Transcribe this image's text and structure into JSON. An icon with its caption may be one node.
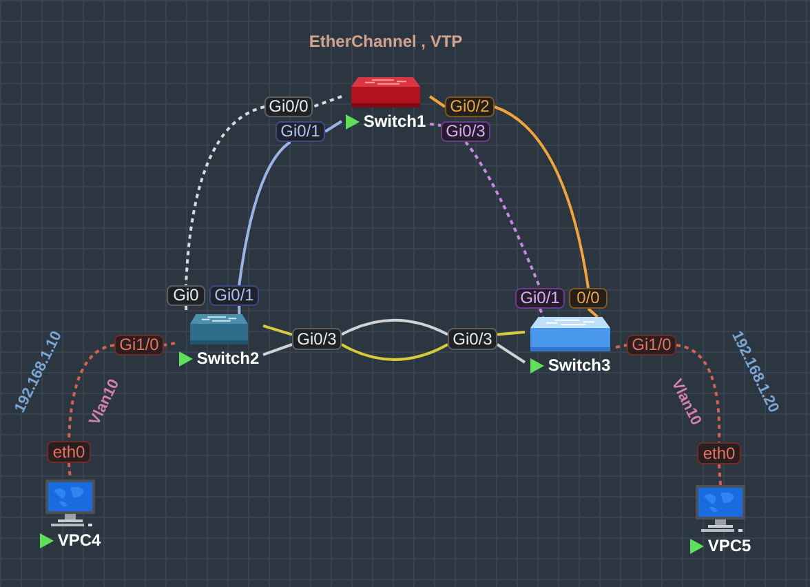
{
  "diagram": {
    "title": "EtherChannel , VTP",
    "nodes": [
      {
        "text": [
          "Switch1"
        ]
      },
      {
        "text": [
          "Gi0/0"
        ]
      },
      {
        "text": [
          "Gi0/1"
        ]
      },
      {
        "text": [
          "Gi0/2"
        ]
      },
      {
        "text": [
          "Gi0/3"
        ]
      },
      {
        "text": [
          "Gi0"
        ]
      },
      {
        "text": [
          "Gi0/1"
        ]
      },
      {
        "text": [
          "Gi0/1"
        ]
      },
      {
        "text": [
          "0/0"
        ]
      },
      {
        "text": [
          "Gi1/0"
        ]
      },
      {
        "text": [
          "Switch2"
        ]
      },
      {
        "text": [
          "Gi0/3"
        ]
      },
      {
        "text": [
          "Gi0/3"
        ]
      },
      {
        "text": [
          "Switch3"
        ]
      },
      {
        "text": [
          "Gi1/0"
        ]
      },
      {
        "text": [
          "eth0"
        ]
      },
      {
        "text": [
          "eth0"
        ]
      },
      {
        "text": [
          "VPC4"
        ]
      },
      {
        "text": [
          "VPC5"
        ]
      }
    ],
    "edges": [
      {
        "from": 0,
        "to": 1,
        "arrow": "none",
        "style": "dashed",
        "color": "#d6dadd"
      },
      {
        "from": 1,
        "to": 5,
        "arrow": "none",
        "style": "dashed",
        "color": "#d6dadd"
      },
      {
        "from": 5,
        "to": 10,
        "arrow": "none",
        "style": "dashed",
        "color": "#d6dadd"
      },
      {
        "from": 0,
        "to": 2,
        "arrow": "none",
        "color": "#9cb3e8"
      },
      {
        "from": 2,
        "to": 6,
        "arrow": "none",
        "color": "#9cb3e8"
      },
      {
        "from": 6,
        "to": 10,
        "arrow": "none",
        "color": "#9cb3e8"
      },
      {
        "from": 0,
        "to": 3,
        "arrow": "none",
        "color": "#f2a33a"
      },
      {
        "from": 3,
        "to": 8,
        "arrow": "none",
        "color": "#f2a33a"
      },
      {
        "from": 8,
        "to": 13,
        "arrow": "none",
        "color": "#f2a33a"
      },
      {
        "from": 0,
        "to": 4,
        "arrow": "none",
        "style": "dashed",
        "color": "#c48be0"
      },
      {
        "from": 4,
        "to": 7,
        "arrow": "none",
        "style": "dashed",
        "color": "#c48be0"
      },
      {
        "from": 7,
        "to": 13,
        "arrow": "none",
        "style": "dashed",
        "color": "#c48be0"
      },
      {
        "from": 10,
        "to": 9,
        "arrow": "none",
        "style": "dashed",
        "color": "#d4604d"
      },
      {
        "from": 9,
        "to": 15,
        "arrow": "none",
        "style": "dashed",
        "color": "#d4604d",
        "label": "192.168.1.10"
      },
      {
        "from": 15,
        "to": 17,
        "arrow": "none",
        "style": "dashed",
        "color": "#d4604d"
      },
      {
        "from": 10,
        "to": 11,
        "arrow": "none",
        "color": "#d0d2d4"
      },
      {
        "from": 11,
        "to": 12,
        "arrow": "none",
        "color": "#d0d2d4"
      },
      {
        "from": 12,
        "to": 13,
        "arrow": "none",
        "color": "#d0d2d4"
      },
      {
        "from": 10,
        "to": 11,
        "arrow": "none",
        "color": "#d8cb3a"
      },
      {
        "from": 11,
        "to": 12,
        "arrow": "none",
        "color": "#d8cb3a"
      },
      {
        "from": 12,
        "to": 13,
        "arrow": "none",
        "color": "#d8cb3a"
      },
      {
        "from": 13,
        "to": 14,
        "arrow": "none",
        "style": "dashed",
        "color": "#d4604d"
      },
      {
        "from": 14,
        "to": 16,
        "arrow": "none",
        "style": "dashed",
        "color": "#d4604d",
        "label": "192.168.1.20"
      },
      {
        "from": 16,
        "to": 18,
        "arrow": "none",
        "style": "dashed",
        "color": "#d4604d"
      }
    ],
    "labels": [
      "Vlan10",
      "Vlan10"
    ]
  }
}
